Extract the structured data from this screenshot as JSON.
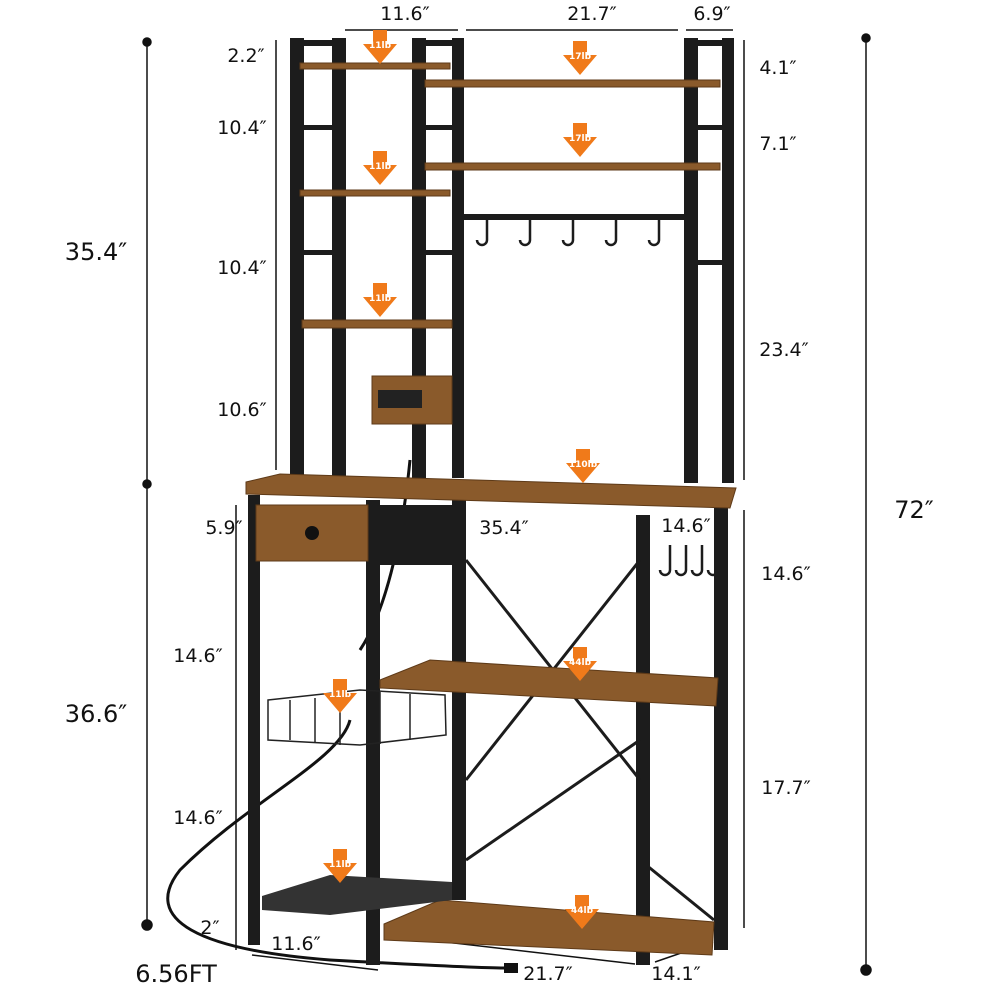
{
  "colors": {
    "frame": "#1c1c1c",
    "wood": "#8a5a2b",
    "wood_dark": "#5e3a18",
    "badge": "#f07a1a"
  },
  "top_dims": [
    "11.6″",
    "21.7″",
    "6.9″"
  ],
  "left_dims": {
    "upper_total": "35.4″",
    "lower_total": "36.6″",
    "gap1": "2.2″",
    "gap2": "10.4″",
    "gap3": "10.4″",
    "gap4": "10.6″",
    "drawer": "5.9″",
    "lower1": "14.6″",
    "lower2": "14.6″",
    "foot": "2″"
  },
  "right_dims": {
    "gap1": "4.1″",
    "gap2": "7.1″",
    "gap3": "23.4″",
    "total": "72″",
    "lower1": "14.6″",
    "lower2": "17.7″"
  },
  "middle_dims": {
    "tabletop_width": "35.4″",
    "tabletop_depth": "14.6″"
  },
  "bottom_dims": {
    "cord": "6.56FT",
    "left_width": "11.6″",
    "main_width": "21.7″",
    "depth": "14.1″"
  },
  "weights": [
    "11lb",
    "17lb",
    "17lb",
    "11lb",
    "11lb",
    "110lb",
    "44lb",
    "11lb",
    "11lb",
    "44lb"
  ]
}
